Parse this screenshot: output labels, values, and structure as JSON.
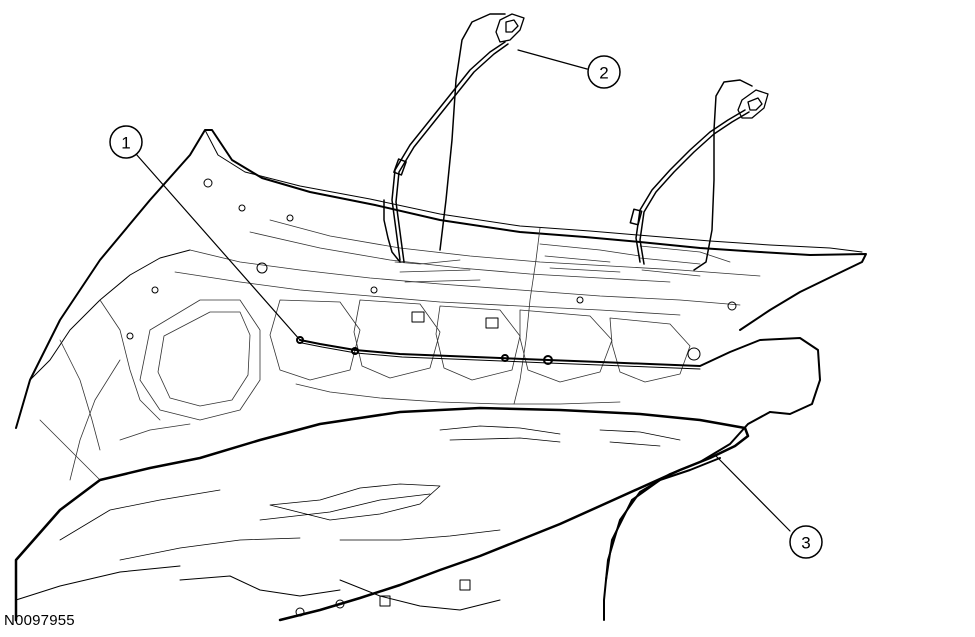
{
  "figure": {
    "id": "N0097955"
  },
  "callouts": [
    {
      "label": "1"
    },
    {
      "label": "2"
    },
    {
      "label": "3"
    }
  ],
  "colors": {
    "line": "#000000",
    "shade": "#e6e6e6",
    "background": "#ffffff"
  }
}
